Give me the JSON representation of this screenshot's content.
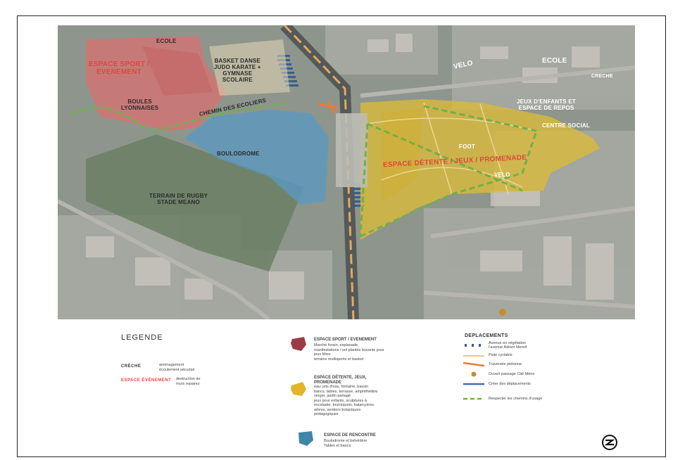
{
  "map": {
    "labels": {
      "espace_sport": "ESPACE SPORT /\nEVENEMENT",
      "ecole_left": "ECOLE",
      "basket": "BASKET DANSE\nJUDO KARATE +\nGYMNASE\nSCOLAIRE",
      "boules": "BOULES\nLYONNAISES",
      "chemin": "CHEMIN DES ECOLIERS",
      "boulodrome": "BOULODROME",
      "rugby": "TERRAIN DE RUGBY\nSTADE MEANO",
      "velo_top": "VELO",
      "ecole_right": "ECOLE",
      "creche": "CRECHE",
      "jeux": "JEUX D'ENFANTS ET\nESPACE DE REPOS",
      "centre_social": "CENTRE SOCIAL",
      "foot": "FOOT",
      "espace_detente": "ESPACE DÉTENTE / JEUX / PROMENADE",
      "velo_mid": "VELO"
    }
  },
  "legend": {
    "title": "LEGENDE",
    "creche_key": "CRÈCHE",
    "creche_desc": "aménagement\nécoulement sécurisé",
    "evenement_key": "ESPACE ÉVÉNEMENT",
    "evenement_desc": "destruction de\nmurs repairez",
    "sport_title": "ESPACE SPORT / EVENEMENT",
    "sport_desc": "Marché forain, esplanade,\nmanifestations / sol plantés buvants pour\njeux fêtes\nterrains multisports et basket",
    "detente_title": "ESPACE DÉTENTE, JEUX,\nPROMENADE",
    "detente_desc": "eau: jets d'eau, fontaine, bassin\nbancs, tables, terrasse, amphithéâtre\nverger, jardin partagé\njeux pour enfants, sculptures à\nescalader, tourniquets, balançoires\narbres, sentiers botaniques\npédagogiques",
    "rencontre_title": "ESPACE DE RENCONTRE",
    "rencontre_desc": "Boulodrome et belvédère\nTables et bancs",
    "colors": {
      "sport": "#9c3b45",
      "detente": "#e2b627",
      "rencontre": "#3f86a8"
    }
  },
  "deplacements": {
    "title": "DEPLACEMENTS",
    "items": [
      "Avenue en végétation\nl'avenue Adrien Merell",
      "Piste cyclable",
      "Traversée piétonne",
      "Ouvert passage Cité Méno",
      "Créer des déplacements",
      "Respecter les chemins d'usage"
    ]
  }
}
